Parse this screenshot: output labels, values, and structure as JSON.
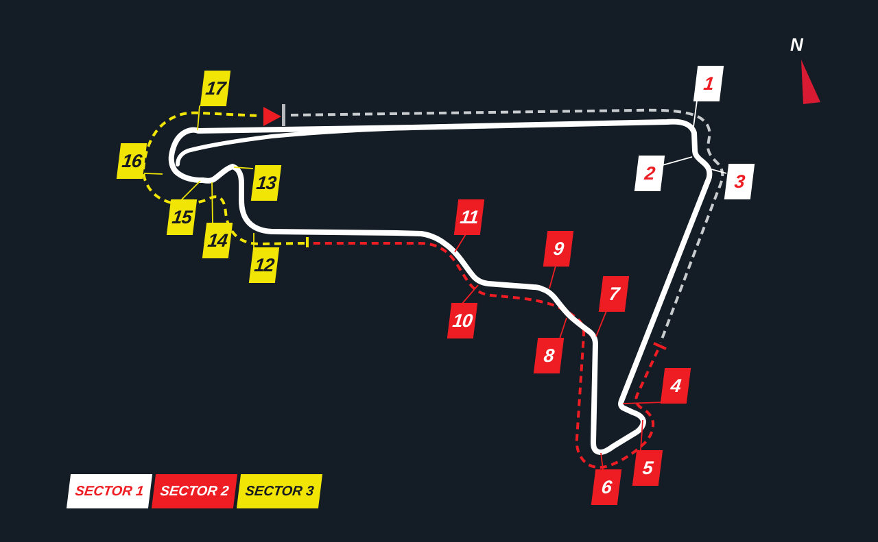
{
  "compass": {
    "label": "N"
  },
  "start_finish": {
    "direction_arrow_icon": "right-pointing red arrow (direction of travel)",
    "line_marker_icon": "grey start-finish line bar"
  },
  "legend": {
    "items": [
      {
        "id": "sector-1",
        "label": "SECTOR 1",
        "color": "#ffffff",
        "text_color": "#ee1d23"
      },
      {
        "id": "sector-2",
        "label": "SECTOR 2",
        "color": "#ee1d23",
        "text_color": "#ffffff"
      },
      {
        "id": "sector-3",
        "label": "SECTOR 3",
        "color": "#f1e505",
        "text_color": "#161a20"
      }
    ]
  },
  "turns": [
    {
      "number": "1",
      "sector": 1
    },
    {
      "number": "2",
      "sector": 1
    },
    {
      "number": "3",
      "sector": 1
    },
    {
      "number": "4",
      "sector": 2
    },
    {
      "number": "5",
      "sector": 2
    },
    {
      "number": "6",
      "sector": 2
    },
    {
      "number": "7",
      "sector": 2
    },
    {
      "number": "8",
      "sector": 2
    },
    {
      "number": "9",
      "sector": 2
    },
    {
      "number": "10",
      "sector": 2
    },
    {
      "number": "11",
      "sector": 2
    },
    {
      "number": "12",
      "sector": 3
    },
    {
      "number": "13",
      "sector": 3
    },
    {
      "number": "14",
      "sector": 3
    },
    {
      "number": "15",
      "sector": 3
    },
    {
      "number": "16",
      "sector": 3
    },
    {
      "number": "17",
      "sector": 3
    }
  ],
  "colors": {
    "background": "#141d26",
    "track": "#ffffff",
    "sector1_dash": "#c9cccf",
    "sector2_dash": "#ee1d23",
    "sector3_dash": "#f1e505",
    "flag_white": "#ffffff",
    "flag_red": "#ee1d23",
    "flag_yellow": "#f1e505",
    "north_needle": "#d81a32",
    "start_marker": "#b7babd"
  }
}
